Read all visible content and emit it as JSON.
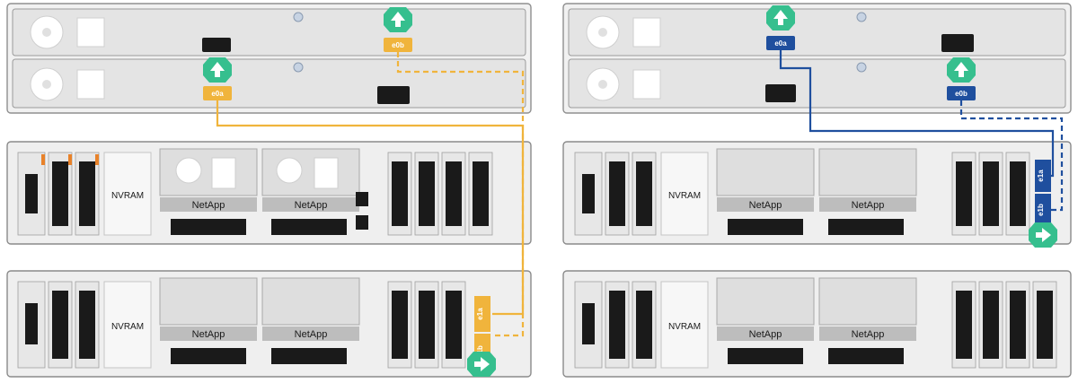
{
  "colors": {
    "cable_left": "#f0b43c",
    "cable_right": "#1f4f9e",
    "arrow_badge": "#36bf8e",
    "accent_orange": "#e8822a"
  },
  "left": {
    "shelf_top_port": "e0b",
    "shelf_bottom_port": "e0a",
    "controller_ports": [
      "e1a",
      "e1b"
    ],
    "nvram_label": "NVRAM",
    "brand": "NetApp"
  },
  "right": {
    "shelf_top_port": "e0a",
    "shelf_bottom_port": "e0b",
    "controller_ports": [
      "e1a",
      "e1b"
    ],
    "nvram_label": "NVRAM",
    "brand": "NetApp"
  }
}
